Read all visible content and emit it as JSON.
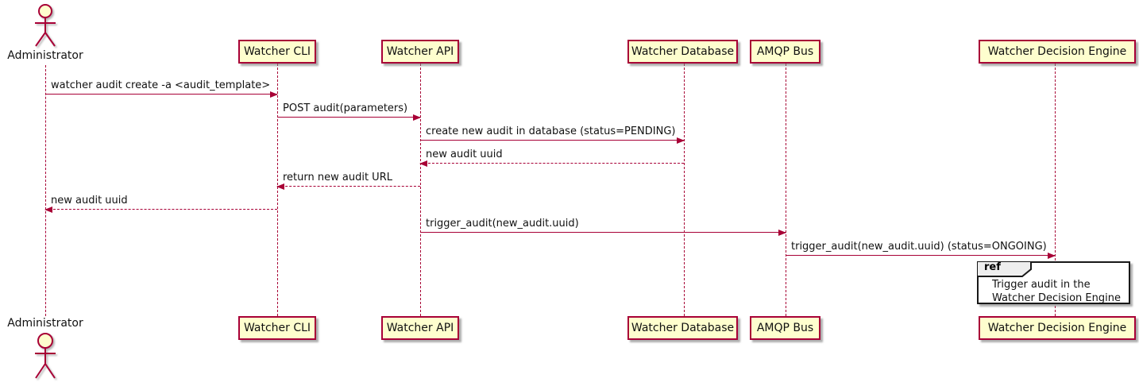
{
  "diagram": {
    "actors": [
      {
        "name": "Administrator"
      }
    ],
    "participants": [
      {
        "label": "Watcher CLI"
      },
      {
        "label": "Watcher API"
      },
      {
        "label": "Watcher Database"
      },
      {
        "label": "AMQP Bus"
      },
      {
        "label": "Watcher Decision Engine"
      }
    ],
    "messages": [
      {
        "label": "watcher audit create -a <audit_template>",
        "from": "Administrator",
        "to": "Watcher CLI",
        "style": "solid"
      },
      {
        "label": "POST audit(parameters)",
        "from": "Watcher CLI",
        "to": "Watcher API",
        "style": "solid"
      },
      {
        "label": "create new audit in database (status=PENDING)",
        "from": "Watcher API",
        "to": "Watcher Database",
        "style": "solid"
      },
      {
        "label": "new audit uuid",
        "from": "Watcher Database",
        "to": "Watcher API",
        "style": "dashed"
      },
      {
        "label": "return new audit URL",
        "from": "Watcher API",
        "to": "Watcher CLI",
        "style": "dashed"
      },
      {
        "label": "new audit uuid",
        "from": "Watcher CLI",
        "to": "Administrator",
        "style": "dashed"
      },
      {
        "label": "trigger_audit(new_audit.uuid)",
        "from": "Watcher API",
        "to": "AMQP Bus",
        "style": "solid"
      },
      {
        "label": "trigger_audit(new_audit.uuid) (status=ONGOING)",
        "from": "AMQP Bus",
        "to": "Watcher Decision Engine",
        "style": "solid"
      }
    ],
    "ref": {
      "keyword": "ref",
      "lines": [
        "Trigger audit in the",
        "Watcher Decision Engine"
      ]
    },
    "colors": {
      "stroke": "#A80036",
      "participant_fill": "#FEFECE",
      "ref_border": "#181818",
      "ref_tab_fill": "#EEEEEE"
    }
  }
}
